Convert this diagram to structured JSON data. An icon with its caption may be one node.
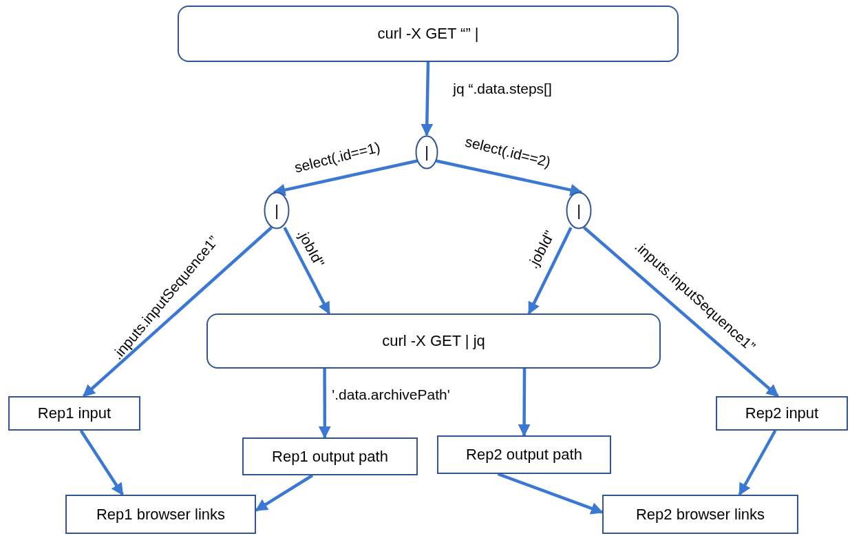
{
  "diagram": {
    "nodes": [
      {
        "text": [
          "curl -X GET “” |"
        ]
      },
      {
        "text": [
          "|"
        ]
      },
      {
        "text": [
          "|"
        ]
      },
      {
        "text": [
          "|"
        ]
      },
      {
        "text": [
          "curl -X GET | jq"
        ]
      },
      {
        "text": [
          "Rep1 input"
        ]
      },
      {
        "text": [
          "Rep1 output path"
        ]
      },
      {
        "text": [
          "Rep2 output path"
        ]
      },
      {
        "text": [
          "Rep2 input"
        ]
      },
      {
        "text": [
          "Rep1 browser links"
        ]
      },
      {
        "text": [
          "Rep2 browser links"
        ]
      }
    ],
    "edges": [
      {
        "from": 0,
        "to": 1,
        "arrow": "to",
        "label": "jq “.data.steps[]"
      },
      {
        "from": 1,
        "to": 2,
        "arrow": "to",
        "label": "select(.id==1)"
      },
      {
        "from": 1,
        "to": 3,
        "arrow": "to",
        "label": "select(.id==2)"
      },
      {
        "from": 2,
        "to": 5,
        "arrow": "to",
        "label": ".inputs.inputSequence1”"
      },
      {
        "from": 2,
        "to": 4,
        "arrow": "to",
        "label": ".jobId\""
      },
      {
        "from": 3,
        "to": 4,
        "arrow": "to",
        "label": ".jobId\""
      },
      {
        "from": 3,
        "to": 8,
        "arrow": "to",
        "label": ".inputs.inputSequence1”"
      },
      {
        "from": 4,
        "to": 6,
        "arrow": "to",
        "label": "'.data.archivePath'"
      },
      {
        "from": 4,
        "to": 7,
        "arrow": "to"
      },
      {
        "from": 5,
        "to": 9,
        "arrow": "to"
      },
      {
        "from": 6,
        "to": 9,
        "arrow": "to"
      },
      {
        "from": 8,
        "to": 10,
        "arrow": "to"
      },
      {
        "from": 7,
        "to": 10,
        "arrow": "to"
      }
    ]
  }
}
